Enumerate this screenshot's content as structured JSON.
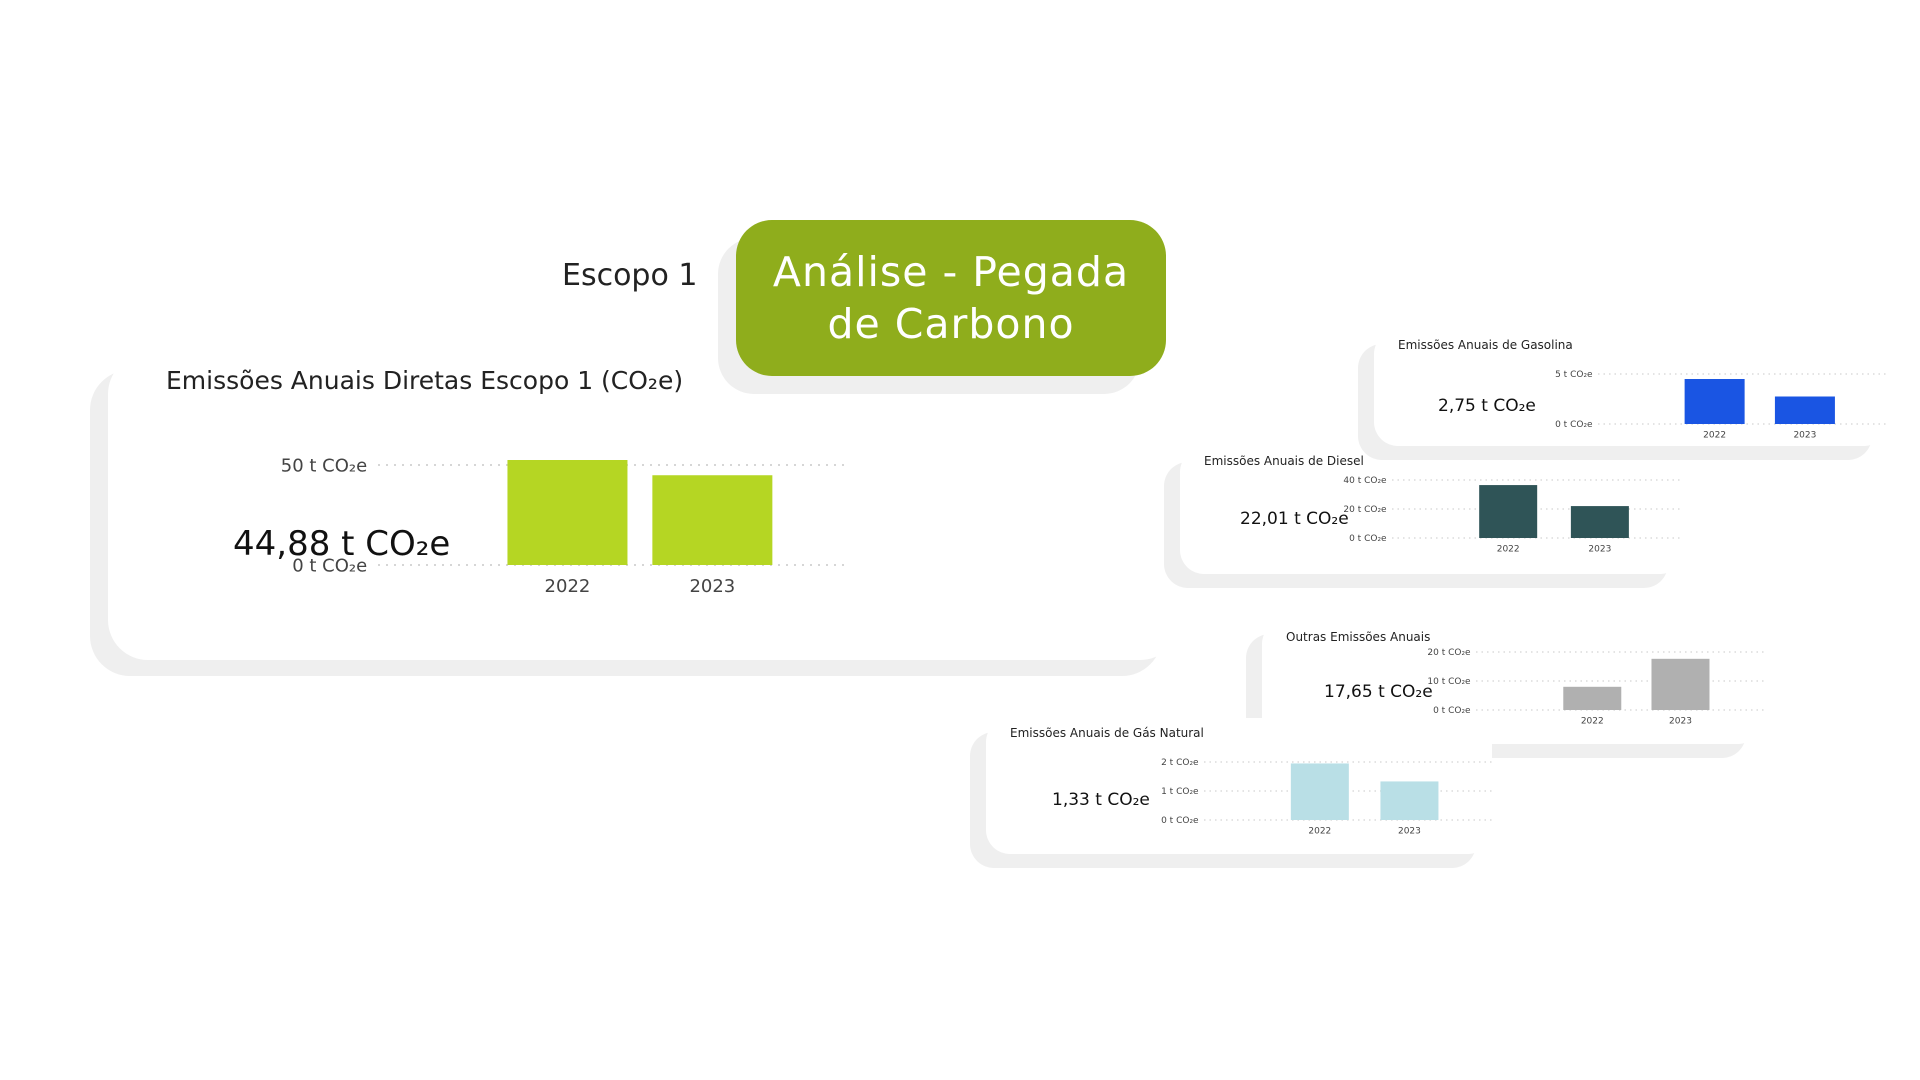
{
  "scope_label": "Escopo 1",
  "title_pill": "Análise - Pegada de Carbono",
  "colors": {
    "title_pill": "#8fad1c",
    "main": "#b5d623",
    "gasolina": "#1a55e3",
    "diesel": "#2f5457",
    "outras": "#b0b0b0",
    "gas_natural": "#b9dfe6"
  },
  "chart_data": [
    {
      "id": "main",
      "type": "bar",
      "title": "Emissões Anuais Diretas Escopo 1 (CO₂e)",
      "kpi": "44,88 t CO₂e",
      "categories": [
        "2022",
        "2023"
      ],
      "values": [
        52.5,
        44.88
      ],
      "yticks": [
        {
          "v": 0,
          "label": "0 t CO₂e"
        },
        {
          "v": 50,
          "label": "50 t CO₂e"
        }
      ],
      "ylim": [
        0,
        50
      ]
    },
    {
      "id": "gasolina",
      "type": "bar",
      "title": "Emissões Anuais de Gasolina",
      "kpi": "2,75 t CO₂e",
      "categories": [
        "2022",
        "2023"
      ],
      "values": [
        4.5,
        2.75
      ],
      "yticks": [
        {
          "v": 0,
          "label": "0 t CO₂e"
        },
        {
          "v": 5,
          "label": "5 t CO₂e"
        }
      ],
      "ylim": [
        0,
        5
      ]
    },
    {
      "id": "diesel",
      "type": "bar",
      "title": "Emissões Anuais de Diesel",
      "kpi": "22,01 t CO₂e",
      "categories": [
        "2022",
        "2023"
      ],
      "values": [
        36.5,
        22.01
      ],
      "yticks": [
        {
          "v": 0,
          "label": "0 t CO₂e"
        },
        {
          "v": 20,
          "label": "20 t CO₂e"
        },
        {
          "v": 40,
          "label": "40 t CO₂e"
        }
      ],
      "ylim": [
        0,
        40
      ]
    },
    {
      "id": "outras",
      "type": "bar",
      "title": "Outras Emissões Anuais",
      "kpi": "17,65 t CO₂e",
      "categories": [
        "2022",
        "2023"
      ],
      "values": [
        8,
        17.65
      ],
      "yticks": [
        {
          "v": 0,
          "label": "0 t CO₂e"
        },
        {
          "v": 10,
          "label": "10 t CO₂e"
        },
        {
          "v": 20,
          "label": "20 t CO₂e"
        }
      ],
      "ylim": [
        0,
        20
      ]
    },
    {
      "id": "gas_natural",
      "type": "bar",
      "title": "Emissões Anuais de Gás Natural",
      "kpi": "1,33 t CO₂e",
      "categories": [
        "2022",
        "2023"
      ],
      "values": [
        1.95,
        1.33
      ],
      "yticks": [
        {
          "v": 0,
          "label": "0 t CO₂e"
        },
        {
          "v": 1,
          "label": "1 t CO₂e"
        },
        {
          "v": 2,
          "label": "2 t CO₂e"
        }
      ],
      "ylim": [
        0,
        2
      ]
    }
  ]
}
